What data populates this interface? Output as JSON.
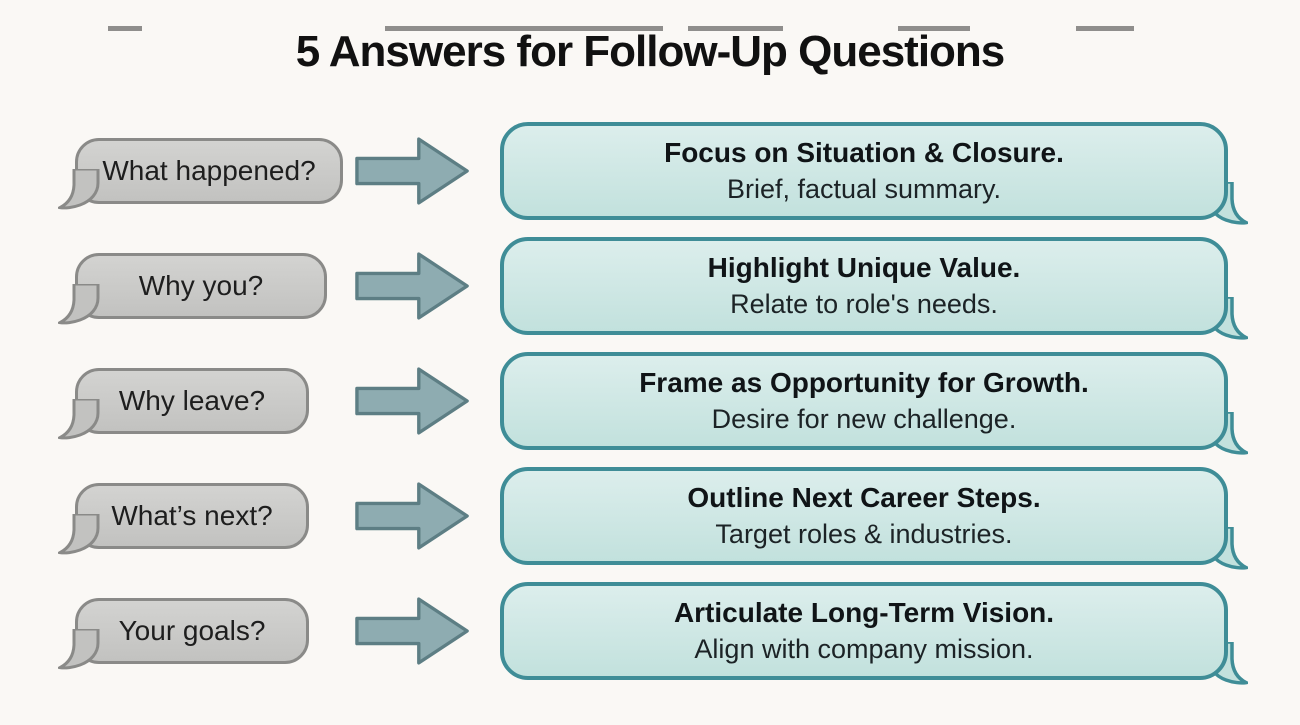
{
  "page": {
    "title": "5 Answers for Follow-Up Questions"
  },
  "rows": [
    {
      "question": "What happened?",
      "answer_headline": "Focus on Situation & Closure.",
      "answer_detail": "Brief, factual summary."
    },
    {
      "question": "Why you?",
      "answer_headline": "Highlight Unique Value.",
      "answer_detail": "Relate to role's needs."
    },
    {
      "question": "Why leave?",
      "answer_headline": "Frame as Opportunity for Growth.",
      "answer_detail": "Desire for new challenge."
    },
    {
      "question": "What’s next?",
      "answer_headline": "Outline Next Career Steps.",
      "answer_detail": "Target roles & industries."
    },
    {
      "question": "Your goals?",
      "answer_headline": "Articulate Long-Term Vision.",
      "answer_detail": "Align with company mission."
    }
  ],
  "icons": {
    "flow_arrow": "arrow-right-icon"
  },
  "colors": {
    "background": "#faf8f5",
    "question_bubble_fill": "#c9c9c7",
    "question_bubble_border": "#8a8a88",
    "answer_bubble_fill": "#cfe7e4",
    "answer_bubble_border": "#3f8d97",
    "arrow_fill": "#8eacb1",
    "arrow_outline": "#5d7e84",
    "text": "#111111"
  }
}
